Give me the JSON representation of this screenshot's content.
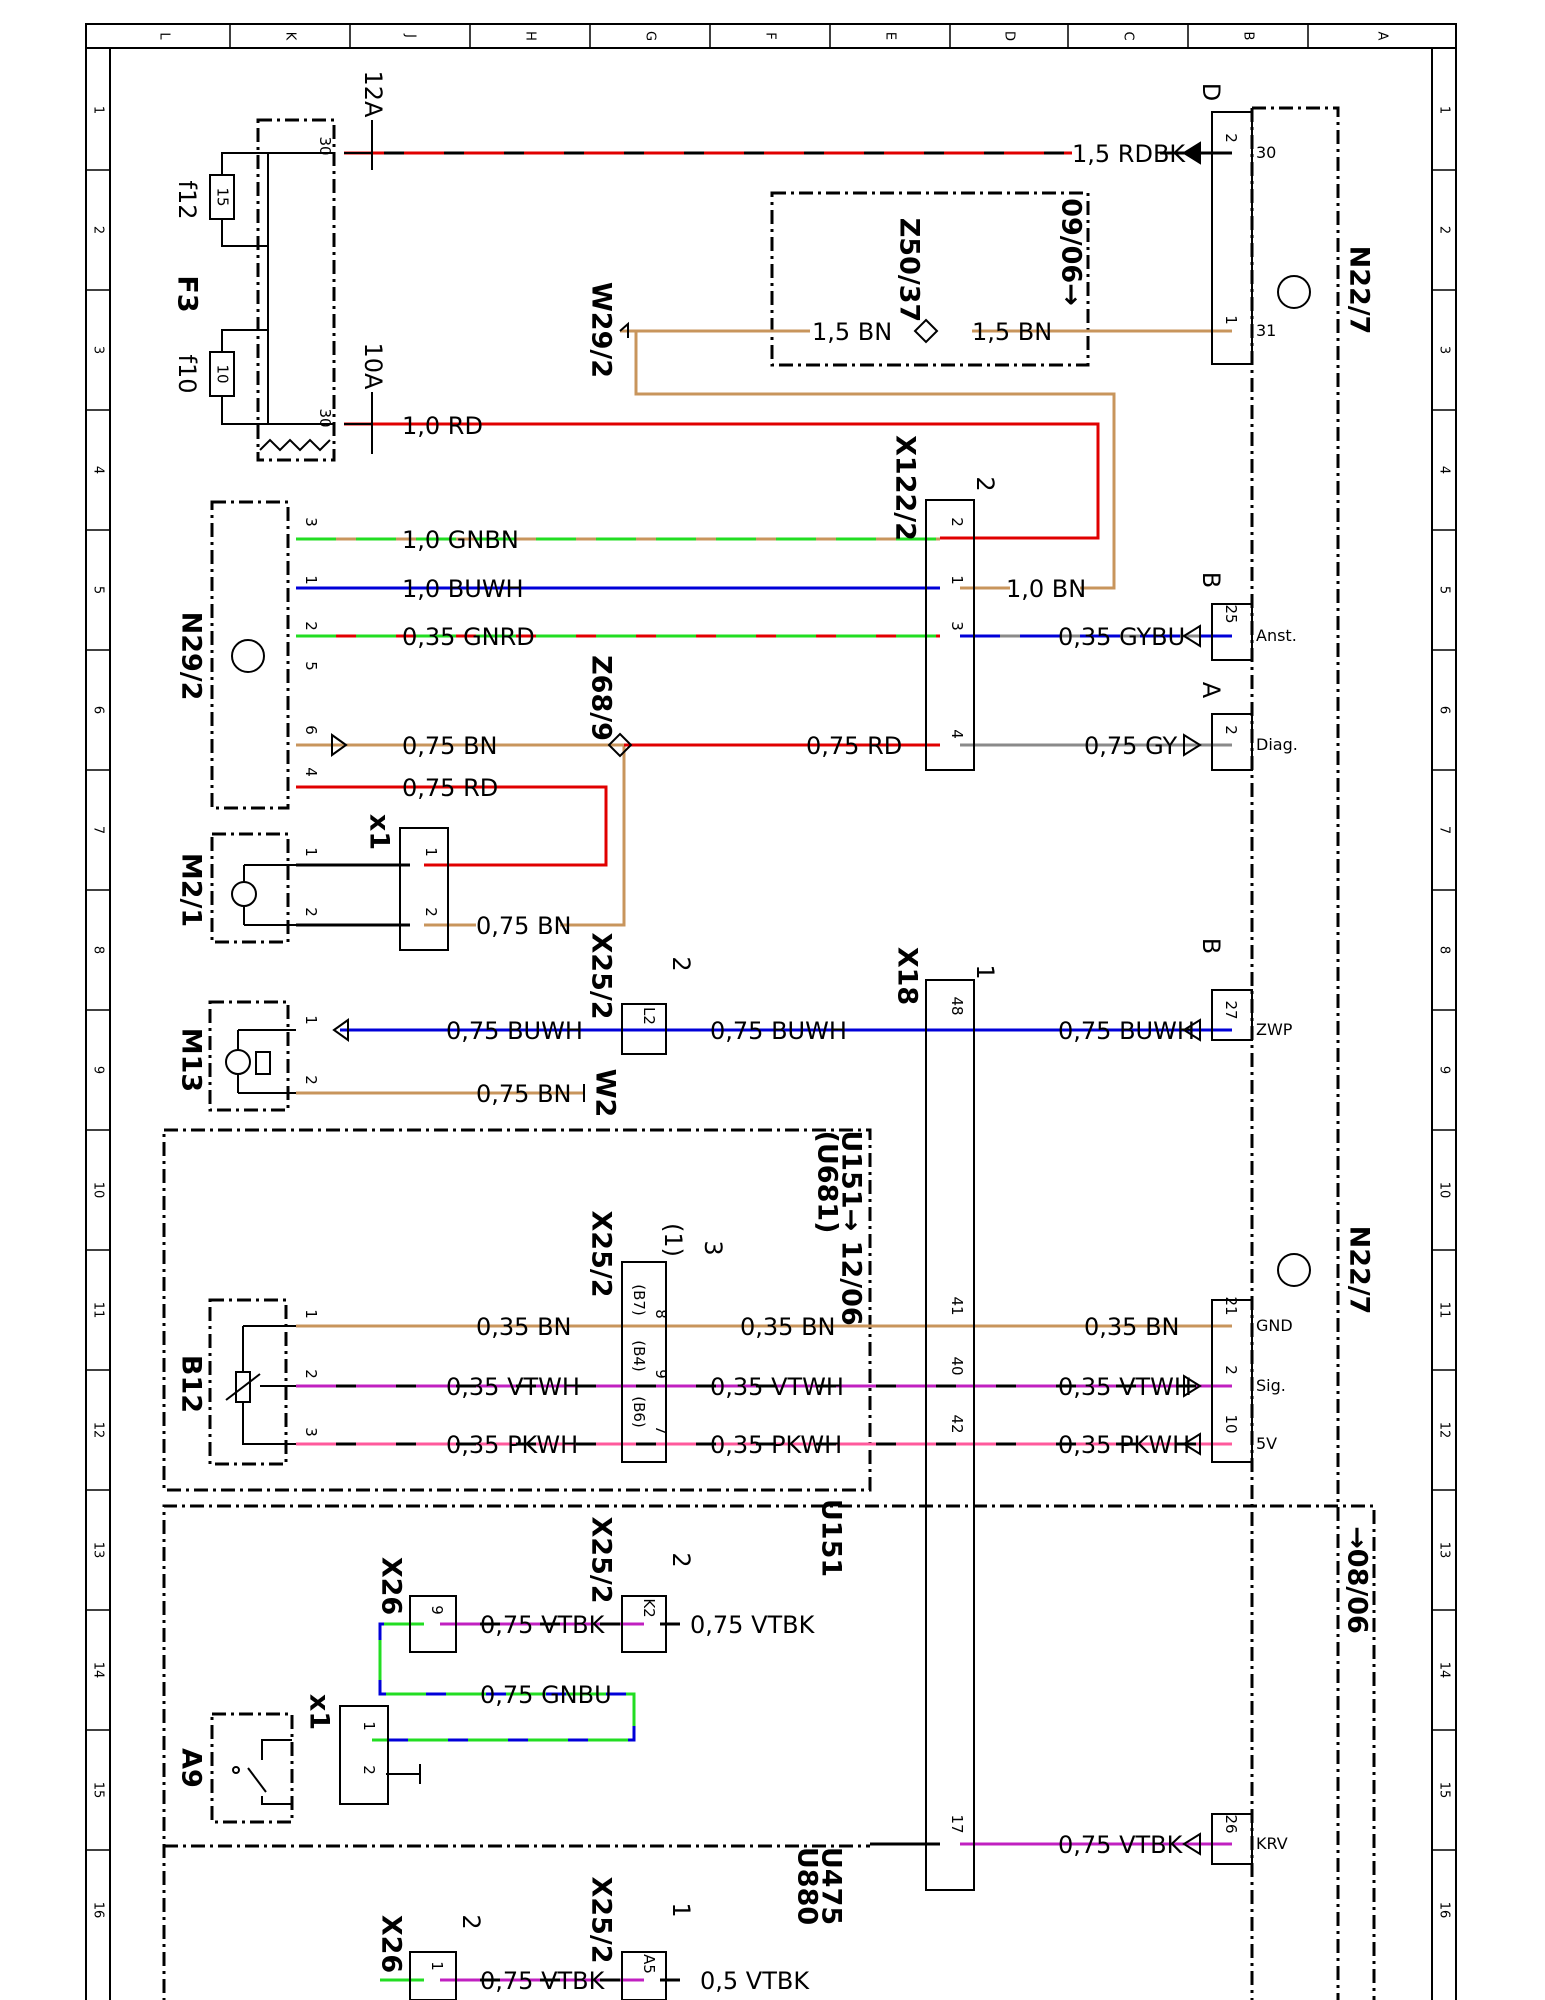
{
  "colors": {
    "red": "#e00000",
    "brown": "#c8955c",
    "blue": "#0000d8",
    "green": "#22dd22",
    "gray": "#8a8a8a",
    "violet": "#c020c0",
    "pink": "#ff5a9c",
    "black": "#000000"
  },
  "grid": {
    "columns": [
      "L",
      "K",
      "J",
      "H",
      "G",
      "F",
      "E",
      "D",
      "C",
      "B",
      "A"
    ],
    "rows": [
      "1",
      "2",
      "3",
      "4",
      "5",
      "6",
      "7",
      "8",
      "9",
      "10",
      "11",
      "12",
      "13",
      "14",
      "15",
      "16"
    ]
  },
  "components": {
    "f3": "F3",
    "f12": "f12",
    "f10": "f10",
    "fuse_f12_rating": "15",
    "fuse_f10_rating": "10",
    "amp_12a": "12A",
    "amp_10a": "10A",
    "n22_7": "N22/7",
    "n29_2": "N29/2",
    "m2_1": "M2/1",
    "m13": "M13",
    "b12": "B12",
    "a9": "A9",
    "w29_2": "W29/2",
    "w2": "W2",
    "z50_37": "Z50/37",
    "z68_9": "Z68/9",
    "x122_2": "X122/2",
    "x18": "X18",
    "x1": "x1",
    "x25_2": "X25/2",
    "x26": "X26",
    "u151_range": "U151→ 12/06",
    "u681": "(U681)",
    "u151": "U151",
    "u475": "U475",
    "u880": "U880",
    "date_0906": "09/06→",
    "date_0806": "→08/06",
    "conn_d": "D",
    "conn_b": "B",
    "conn_a": "A",
    "x122_2_conn": "2",
    "x18_conn": "1",
    "x25_2_conn_a": "2",
    "x25_2_conn_b": "3",
    "x25_2_conn_b_note": "(1)",
    "x25_2_conn_c": "2",
    "x25_2_conn_d": "1",
    "x26_conn": "2"
  },
  "wires": {
    "w01": "1,5 RDBK",
    "w02": "1,5 BN",
    "w03": "1,5 BN",
    "w04": "1,0 RD",
    "w05": "1,0 GNBN",
    "w06": "1,0 BUWH",
    "w07": "1,0 BN",
    "w08": "0,35 GNRD",
    "w09": "0,35 GYBU",
    "w10": "0,75 BN",
    "w11": "0,75 RD",
    "w12": "0,75 GY",
    "w13": "0,75 RD",
    "w14": "0,75 BN",
    "w15": "0,75 BUWH",
    "w16": "0,75 BUWH",
    "w17": "0,75 BUWH",
    "w18": "0,75 BN",
    "w19": "0,35 BN",
    "w20": "0,35 BN",
    "w21": "0,35 BN",
    "w22": "0,35 VTWH",
    "w23": "0,35 VTWH",
    "w24": "0,35 VTWH",
    "w25": "0,35 PKWH",
    "w26": "0,35 PKWH",
    "w27": "0,35 PKWH",
    "w28": "0,75 VTBK",
    "w29": "0,75 VTBK",
    "w30": "0,75 GNBU",
    "w31": "0,75 VTBK",
    "w32": "0,75 VTBK",
    "w33": "0,5 VTBK"
  },
  "pins": {
    "n22_30": "30",
    "n22_31": "31",
    "n22_anst": "Anst.",
    "n22_diag": "Diag.",
    "n22_zwp": "ZWP",
    "n22_gnd": "GND",
    "n22_sig": "Sig.",
    "n22_5v": "5V",
    "n22_krv": "KRV",
    "n22_p2a": "2",
    "n22_p1": "1",
    "n22_p25": "25",
    "n22_p2b": "2",
    "n22_p27": "27",
    "n22_p21": "21",
    "n22_p2c": "2",
    "n22_p10": "10",
    "n22_p26": "26",
    "f3_30a": "30",
    "f3_30b": "30",
    "n29_3": "3",
    "n29_1": "1",
    "n29_2": "2",
    "n29_5": "5",
    "n29_6": "6",
    "n29_4": "4",
    "x122_2": "2",
    "x122_1": "1",
    "x122_3": "3",
    "x122_4": "4",
    "m2_1": "1",
    "m2_2": "2",
    "x1_1": "1",
    "x1_2": "2",
    "m13_1": "1",
    "m13_2": "2",
    "x25_l2": "L2",
    "x18_48": "48",
    "x18_41": "41",
    "x18_40": "40",
    "x18_42": "42",
    "x18_17": "17",
    "b12_1": "1",
    "b12_2": "2",
    "b12_3": "3",
    "x25_8": "8",
    "x25_9": "9",
    "x25_7": "7",
    "x25_b7": "(B7)",
    "x25_b4": "(B4)",
    "x25_b6": "(B6)",
    "x26_9": "9",
    "x25_k2": "K2",
    "x1b_1": "1",
    "x1b_2": "2",
    "x26_1": "1",
    "x25_a5": "A5"
  }
}
